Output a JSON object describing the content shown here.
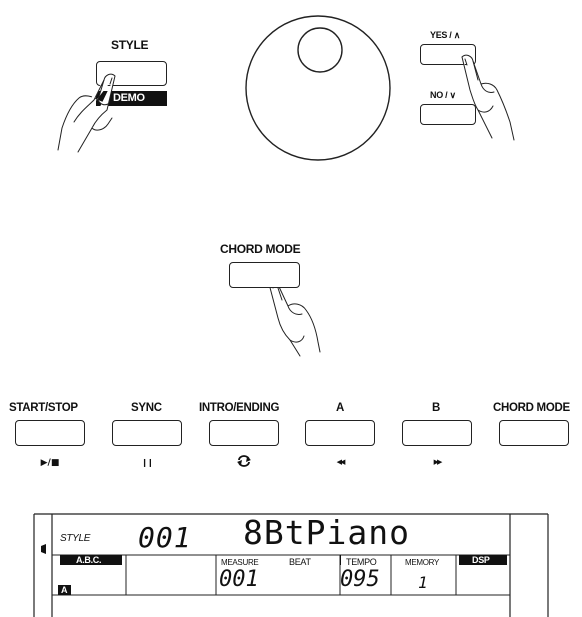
{
  "top": {
    "style_label": "STYLE",
    "demo_label": "DEMO",
    "yes_label": "YES / ∧",
    "no_label": "NO / ∨"
  },
  "middle": {
    "chord_mode_label": "CHORD MODE"
  },
  "control_row": {
    "buttons": [
      {
        "label": "START/STOP",
        "symbol": "▶/■",
        "icon": "play-stop-icon"
      },
      {
        "label": "SYNC",
        "symbol": "❙❙",
        "icon": "pause-icon"
      },
      {
        "label": "INTRO/ENDING",
        "symbol": "",
        "icon": "loop-icon"
      },
      {
        "label": "A",
        "symbol": "◀◀",
        "icon": "rewind-icon"
      },
      {
        "label": "B",
        "symbol": "▶▶",
        "icon": "fast-forward-icon"
      },
      {
        "label": "CHORD MODE",
        "symbol": "",
        "icon": ""
      }
    ]
  },
  "lcd": {
    "style_label": "STYLE",
    "number": "001",
    "name": "8BtPiano",
    "abc_label": "A.B.C.",
    "a_badge": "A",
    "measure_label": "MEASURE",
    "beat_label": "BEAT",
    "measure_value": "001",
    "tempo_label": "TEMPO",
    "tempo_value": "095",
    "memory_label": "MEMORY",
    "memory_value": "1",
    "dsp_label": "DSP"
  }
}
